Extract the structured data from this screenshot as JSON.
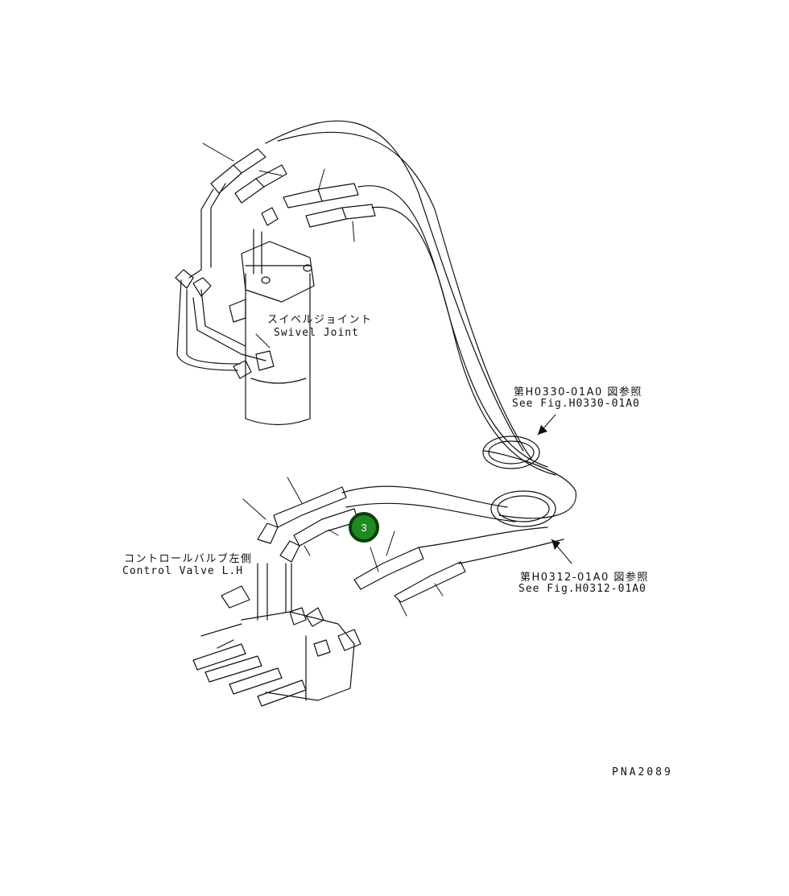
{
  "labels": {
    "swivel_ja": "スイベルジョイント",
    "swivel_en": "Swivel Joint",
    "ref1_ja": "第H0330-01A0 図参照",
    "ref1_en": "See Fig.H0330-01A0",
    "control_ja": "コントロールバルブ左側",
    "control_en": "Control Valve L.H",
    "ref2_ja": "第H0312-01A0 図参照",
    "ref2_en": "See Fig.H0312-01A0",
    "drawing_code": "PNA2089"
  },
  "callouts": [
    {
      "number": "3",
      "color": "#1f8a1f"
    }
  ]
}
